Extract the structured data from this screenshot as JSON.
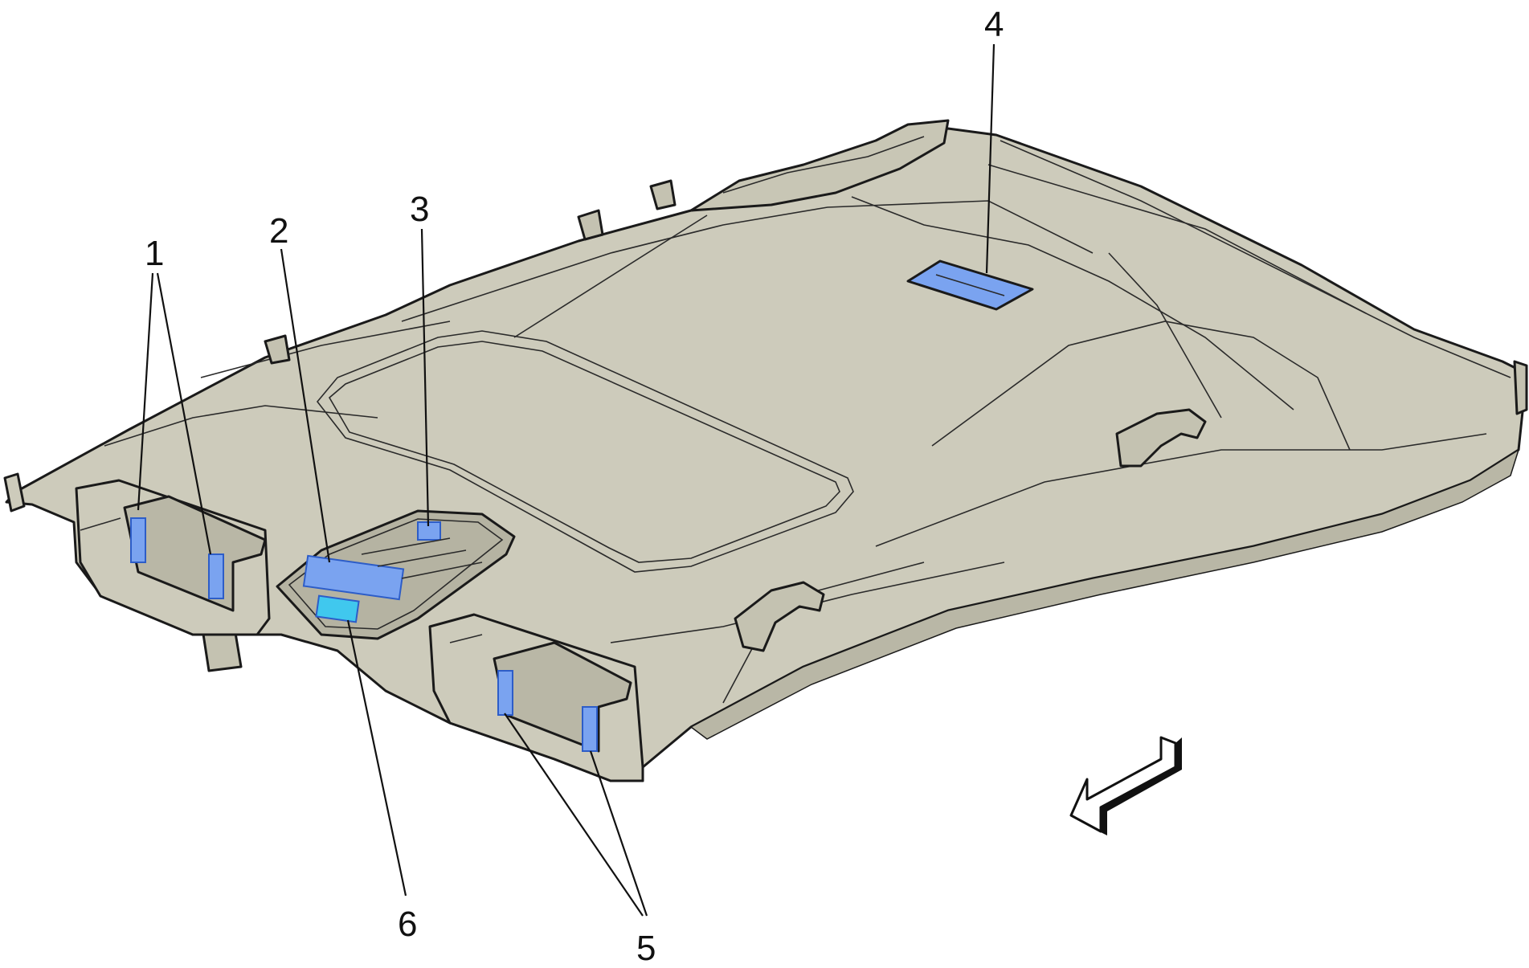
{
  "figure": {
    "subject": "headliner-assembly",
    "colors": {
      "headliner_fill": "#cdcbbb",
      "headliner_shadow": "#b9b7a6",
      "highlight_blue": "#7aa3f0",
      "highlight_cyan": "#40c8ee",
      "outline": "#1a1a1a",
      "background": "#ffffff"
    },
    "callouts": [
      {
        "id": "1",
        "label": "1"
      },
      {
        "id": "2",
        "label": "2"
      },
      {
        "id": "3",
        "label": "3"
      },
      {
        "id": "4",
        "label": "4"
      },
      {
        "id": "5",
        "label": "5"
      },
      {
        "id": "6",
        "label": "6"
      }
    ],
    "icons": [
      "direction-arrow-icon"
    ]
  }
}
